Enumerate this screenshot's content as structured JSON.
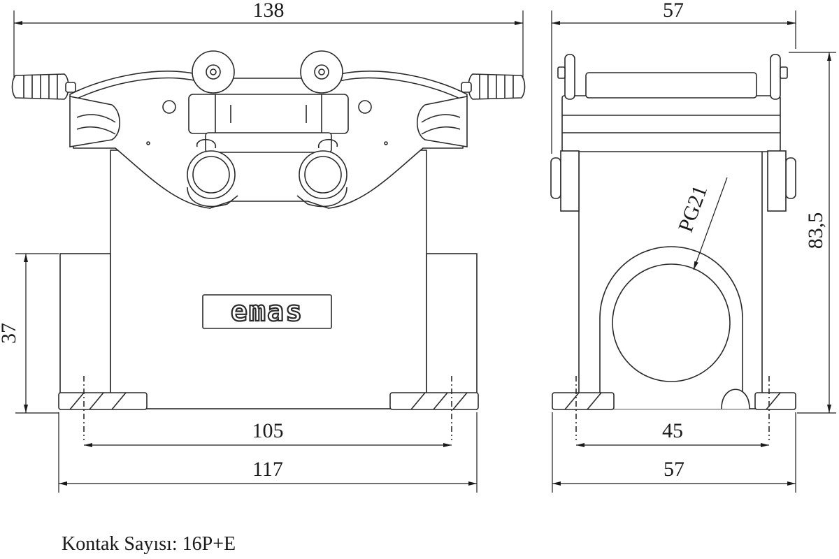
{
  "front_view": {
    "dim_total_width": "138",
    "dim_base_outer": "117",
    "dim_mount_holes": "105",
    "dim_base_height": "37",
    "logo_text": "emas"
  },
  "side_view": {
    "dim_top_width": "57",
    "dim_bottom_width": "57",
    "dim_mount_holes": "45",
    "dim_total_height": "83,5",
    "cable_entry_label": "PG21"
  },
  "caption": "Kontak Sayısı: 16P+E",
  "colors": {
    "line": "#2a2a2a",
    "fill": "#ffffff"
  }
}
